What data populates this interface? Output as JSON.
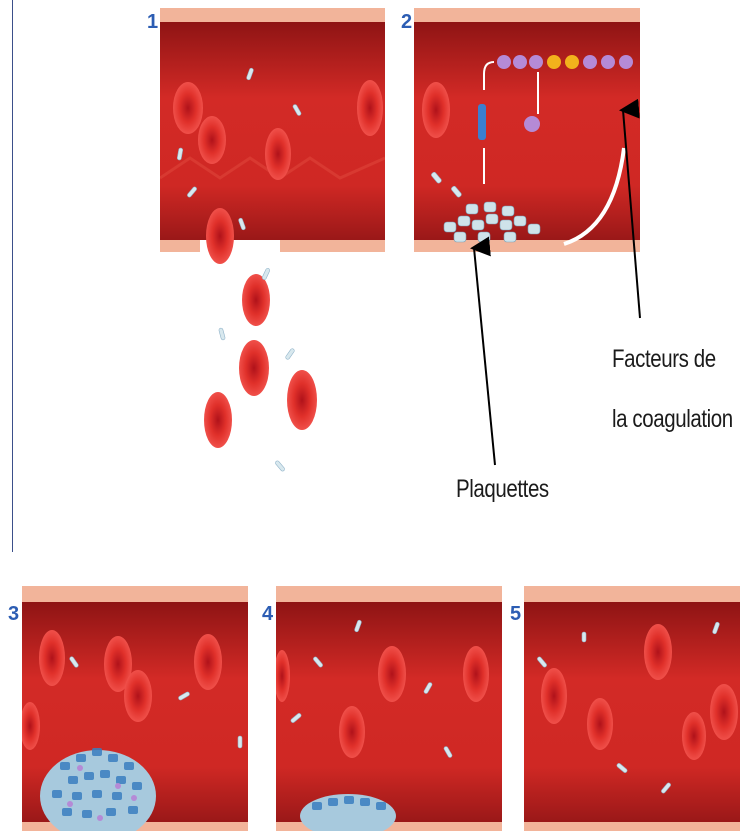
{
  "steps": [
    {
      "number": "1"
    },
    {
      "number": "2"
    },
    {
      "number": "3"
    },
    {
      "number": "4"
    },
    {
      "number": "5"
    }
  ],
  "labels": {
    "platelets": "Plaquettes",
    "clotting_factors_line1": "Facteurs de",
    "clotting_factors_line2": "la coagulation"
  },
  "colors": {
    "vessel_wall": "#f2b49a",
    "blood": "#d8282a",
    "red_cell": "#e32b24",
    "platelet": "#cfe3ea",
    "clotting_factor": "#b58ad6",
    "clotting_factor_active": "#f2b21c",
    "step_number": "#2c5db3"
  },
  "icons": [
    "arrow-to-platelets-icon",
    "arrow-to-clotting-factors-icon",
    "curved-arrow-icon",
    "activation-arrow-icon"
  ]
}
